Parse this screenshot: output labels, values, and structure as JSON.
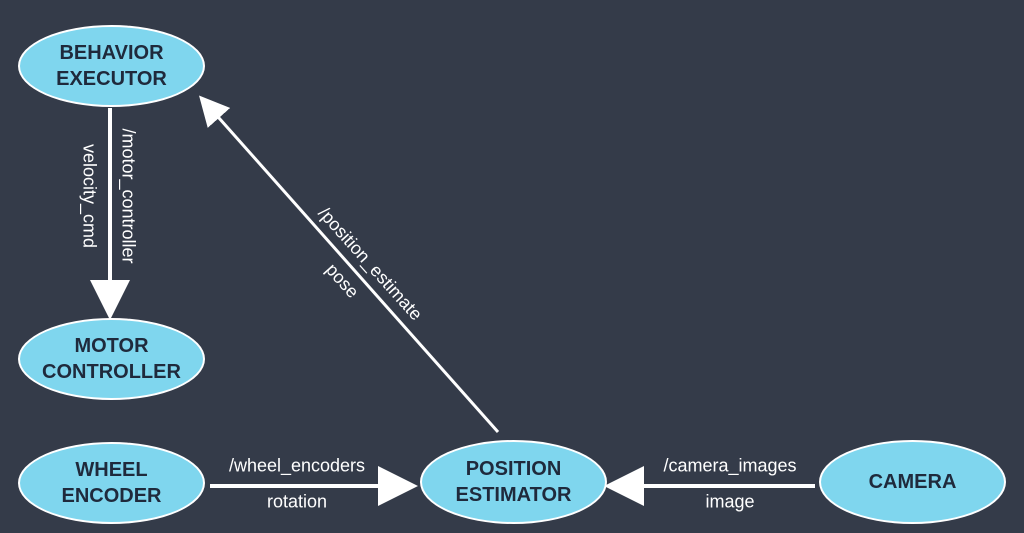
{
  "colors": {
    "background": "#343b49",
    "node_fill": "#7fd6ee",
    "node_text": "#1f2a3c",
    "edge": "#ffffff",
    "label": "#ffffff"
  },
  "nodes": {
    "behavior_executor": "BEHAVIOR\nEXECUTOR",
    "motor_controller": "MOTOR\nCONTROLLER",
    "wheel_encoder": "WHEEL\nENCODER",
    "position_estimator": "POSITION\nESTIMATOR",
    "camera": "CAMERA"
  },
  "edges": {
    "motor_controller": {
      "topic": "/motor_controller",
      "message": "velocity_cmd"
    },
    "position_estimate": {
      "topic": "/position_estimate",
      "message": "pose"
    },
    "wheel_encoders": {
      "topic": "/wheel_encoders",
      "message": "rotation"
    },
    "camera_images": {
      "topic": "/camera_images",
      "message": "image"
    }
  }
}
